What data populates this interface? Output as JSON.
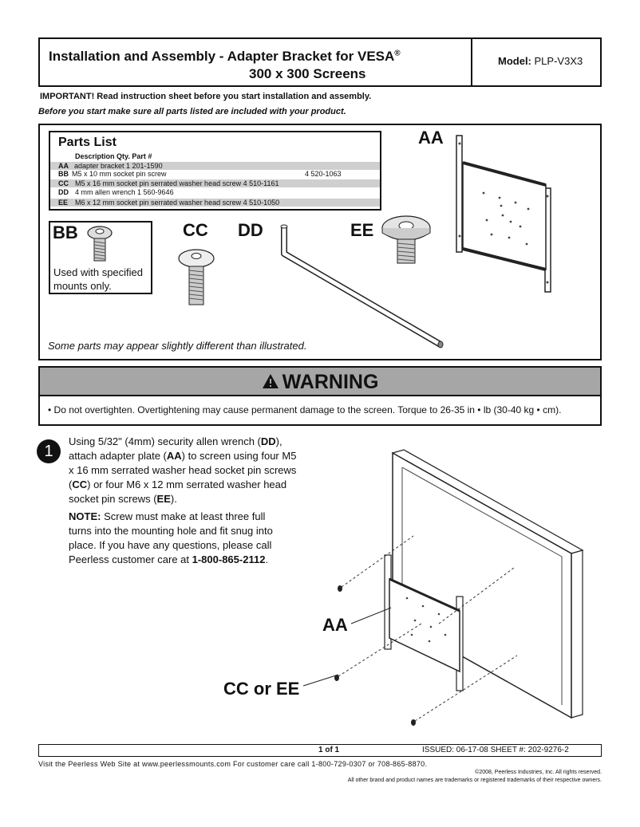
{
  "header": {
    "title_line1": "Installation and Assembly - Adapter Bracket for VESA",
    "registered": "®",
    "title_line2": "300 x 300 Screens",
    "model_label": "Model:",
    "model_value": "PLP-V3X3"
  },
  "notices": {
    "important": "IMPORTANT! Read instruction sheet before you start installation and assembly.",
    "before": "Before you start make sure all parts listed are included with your product."
  },
  "parts_list": {
    "title": "Parts List",
    "header": "Description Qty. Part #",
    "rows": [
      {
        "code": "AA",
        "desc": "adapter bracket  1 201-1590",
        "num": ""
      },
      {
        "code": "BB",
        "desc": "M5 x 10 mm socket pin screw",
        "num": "4 520-1063"
      },
      {
        "code": "CC",
        "desc": "M5 x 16 mm socket pin serrated washer head screw  4 510-1161",
        "num": ""
      },
      {
        "code": "DD",
        "desc": "4 mm allen wrench  1 560-9646",
        "num": ""
      },
      {
        "code": "EE",
        "desc": "M6 x 12 mm socket pin serrated washer head screw  4 510-1050",
        "num": ""
      }
    ]
  },
  "part_labels": {
    "aa": "AA",
    "bb": "BB",
    "cc": "CC",
    "dd": "DD",
    "ee": "EE"
  },
  "bb_note": "Used with specified mounts only.",
  "illustration_note": "Some parts may appear slightly different than illustrated.",
  "warning": {
    "title": "WARNING",
    "body": "• Do not overtighten. Overtightening may cause permanent damage to the screen. Torque to 26-35 in • lb (30-40 kg • cm)."
  },
  "step1": {
    "number": "1",
    "p1": "Using 5/32\" (4mm) security allen wrench (",
    "p1_b1": "DD",
    "p2": "), attach adapter plate (",
    "p2_b": "AA",
    "p3": ") to screen using four M5 x 16 mm serrated washer head socket pin screws (",
    "p3_b": "CC",
    "p4": ") or four M6 x 12 mm serrated washer head socket pin screws (",
    "p4_b": "EE",
    "p5": ").",
    "note_label": "NOTE:",
    "note_text": " Screw must make at least three full turns into the mounting hole and fit snug into place. If you have any questions, please call Peerless customer care at ",
    "phone": "1-800-865-2112",
    "note_end": "."
  },
  "diagram_labels": {
    "aa": "AA",
    "cc_ee": "CC or EE"
  },
  "footer": {
    "page": "1 of 1",
    "issued": "ISSUED: 06-17-08 SHEET #: 202-9276-2",
    "visit": "Visit the Peerless Web Site at www.peerlessmounts.com For customer care call 1-800-729-0307 or 708-865-8870.",
    "copyright": "©2008, Peerless Industries, Inc. All rights reserved.",
    "trademarks": "All other brand and product names are trademarks or registered trademarks of their respective owners."
  }
}
